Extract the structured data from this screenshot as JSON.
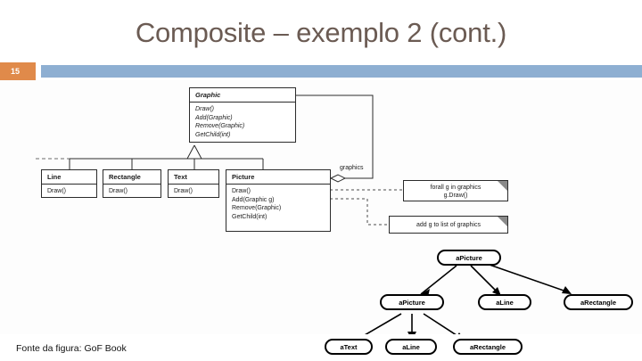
{
  "slide": {
    "title": "Composite – exemplo 2 (cont.)",
    "number": "15",
    "footer_source": "Fonte da figura: GoF Book",
    "accent_orange": "#e08a4a",
    "accent_blue": "#8eafd2",
    "title_color": "#6b5b53"
  },
  "class_diagram": {
    "classes": [
      {
        "name": "Graphic",
        "abstract": true,
        "operations": [
          "Draw()",
          "Add(Graphic)",
          "Remove(Graphic)",
          "GetChild(int)"
        ]
      },
      {
        "name": "Line",
        "abstract": false,
        "operations": [
          "Draw()"
        ]
      },
      {
        "name": "Rectangle",
        "abstract": false,
        "operations": [
          "Draw()"
        ]
      },
      {
        "name": "Text",
        "abstract": false,
        "operations": [
          "Draw()"
        ]
      },
      {
        "name": "Picture",
        "abstract": false,
        "operations": [
          "Draw()",
          "Add(Graphic g)",
          "Remove(Graphic)",
          "GetChild(int)"
        ]
      }
    ],
    "association_label": "graphics",
    "notes": [
      {
        "line1": "forall g in graphics",
        "line2": "g.Draw()"
      },
      {
        "line1": "add g to list of graphics",
        "line2": ""
      }
    ]
  },
  "object_diagram": {
    "nodes": [
      {
        "id": "root",
        "label": "aPicture"
      },
      {
        "id": "child-picture",
        "label": "aPicture"
      },
      {
        "id": "child-line",
        "label": "aLine"
      },
      {
        "id": "child-rectangle",
        "label": "aRectangle"
      },
      {
        "id": "leaf-text",
        "label": "aText"
      },
      {
        "id": "leaf-line",
        "label": "aLine"
      },
      {
        "id": "leaf-rectangle",
        "label": "aRectangle"
      }
    ]
  }
}
